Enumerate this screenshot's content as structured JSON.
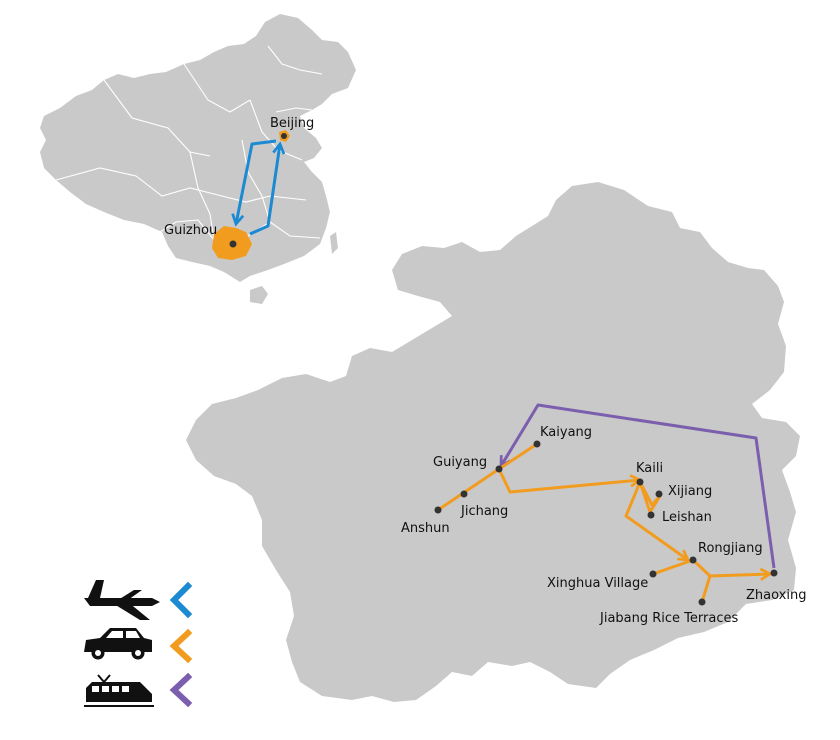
{
  "inset_map": {
    "beijing_label": "Beijing",
    "guizhou_label": "Guizhou"
  },
  "main_map": {
    "places": {
      "kaiyang": "Kaiyang",
      "guiyang": "Guiyang",
      "jichang": "Jichang",
      "anshun": "Anshun",
      "kaili": "Kaili",
      "xijiang": "Xijiang",
      "leishan": "Leishan",
      "rongjiang": "Rongjiang",
      "xinghua": "Xinghua Village",
      "jiabang": "Jiabang Rice Terraces",
      "zhaoxing": "Zhaoxing"
    }
  },
  "legend": [
    {
      "icon": "airplane-icon",
      "mode": "flight",
      "color": "#1b8ad3"
    },
    {
      "icon": "car-icon",
      "mode": "car",
      "color": "#f29c1f"
    },
    {
      "icon": "train-icon",
      "mode": "train",
      "color": "#7b5fae"
    }
  ],
  "colors": {
    "land": "#c9c9c9",
    "province_border": "#ffffff",
    "highlight": "#f29c1f",
    "flight": "#1b8ad3",
    "car": "#f29c1f",
    "train": "#7b5fae"
  }
}
